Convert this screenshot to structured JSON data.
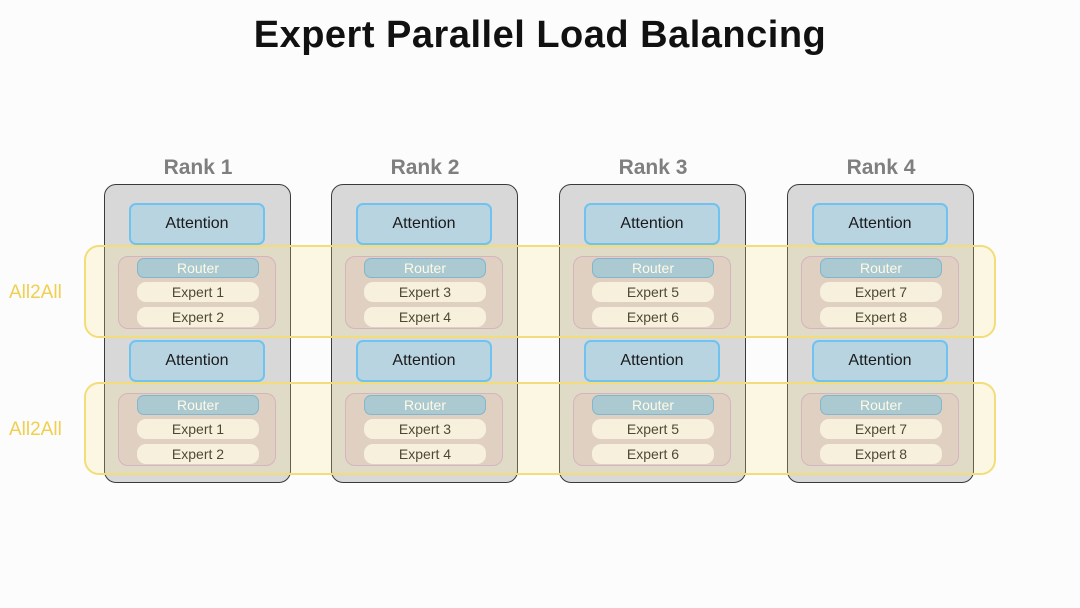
{
  "title": "Expert Parallel Load Balancing",
  "layers": [
    {
      "attention": "Attention",
      "router": "Router",
      "all2all": "All2All"
    },
    {
      "attention": "Attention",
      "router": "Router",
      "all2all": "All2All"
    }
  ],
  "ranks": [
    {
      "label": "Rank 1",
      "experts": [
        "Expert 1",
        "Expert 2"
      ]
    },
    {
      "label": "Rank 2",
      "experts": [
        "Expert 3",
        "Expert 4"
      ]
    },
    {
      "label": "Rank 3",
      "experts": [
        "Expert 5",
        "Expert 6"
      ]
    },
    {
      "label": "Rank 4",
      "experts": [
        "Expert 7",
        "Expert 8"
      ]
    }
  ]
}
